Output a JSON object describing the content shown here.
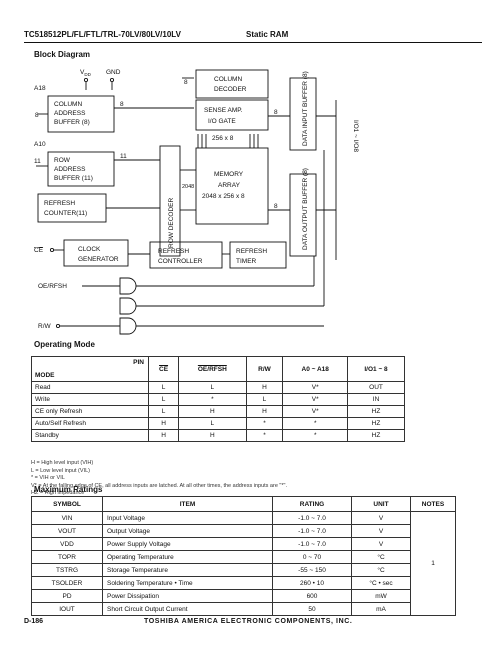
{
  "header": {
    "part_numbers": "TC518512PL/FL/FTL/TRL-70LV/80LV/10LV",
    "device_type": "Static RAM"
  },
  "block_diagram": {
    "title": "Block Diagram",
    "pins": {
      "vdd": "V",
      "vdd_sub": "DD",
      "gnd": "GND",
      "a18": "A18",
      "a10": "A10",
      "ce": "CE",
      "oe_rfsh": "OE/RFSH",
      "rw": "R/W",
      "io": "I/O1 ~ I/O8"
    },
    "blocks": {
      "column_address_buffer": [
        "COLUMN",
        "ADDRESS",
        "BUFFER (8)"
      ],
      "column_decoder": [
        "COLUMN",
        "DECODER"
      ],
      "sense_amp": [
        "SENSE AMP.",
        "I/O GATE"
      ],
      "row_address_buffer": [
        "ROW",
        "ADDRESS",
        "BUFFER (11)"
      ],
      "row_decoder": "ROW DECODER",
      "memory_array": [
        "MEMORY",
        "ARRAY",
        "2048 x 256 x 8"
      ],
      "refresh_counter": [
        "REFRESH",
        "COUNTER(11)"
      ],
      "clock_generator": [
        "CLOCK",
        "GENERATOR"
      ],
      "refresh_controller": [
        "REFRESH",
        "CONTROLLER"
      ],
      "refresh_timer": [
        "REFRESH",
        "TIMER"
      ],
      "data_input_buffer": "DATA INPUT BUFFER (8)",
      "data_output_buffer": "DATA OUTPUT BUFFER (8)"
    },
    "bus_labels": {
      "n8a": "8",
      "n8b": "8",
      "n8c": "8",
      "n8d": "8",
      "n8e": "8",
      "n11a": "11",
      "n11b": "11",
      "n256": "256 x 8",
      "n2048": "2048"
    }
  },
  "operating_mode": {
    "title": "Operating Mode",
    "corner_pin": "PIN",
    "corner_mode": "MODE",
    "headers": [
      "CE",
      "OE/RFSH",
      "R/W",
      "A0 ~ A18",
      "I/O1 ~ 8"
    ],
    "rows": [
      [
        "Read",
        "L",
        "L",
        "H",
        "V*",
        "OUT"
      ],
      [
        "Write",
        "L",
        "*",
        "L",
        "V*",
        "IN"
      ],
      [
        "CE only Refresh",
        "L",
        "H",
        "H",
        "V*",
        "HZ"
      ],
      [
        "Auto/Self Refresh",
        "H",
        "L",
        "*",
        "*",
        "HZ"
      ],
      [
        "Standby",
        "H",
        "H",
        "*",
        "*",
        "HZ"
      ]
    ],
    "notes": [
      "H   = High level input (VIH)",
      "L   = Low level input (VIL)",
      "*   = VIH or VIL",
      "V*  = At the falling edge of CE, all address inputs are latched. At all other times, the address inputs are \"*\".",
      "HZ  = High impedance"
    ]
  },
  "max_ratings": {
    "title": "Maximum Ratings",
    "headers": [
      "SYMBOL",
      "ITEM",
      "RATING",
      "UNIT",
      "NOTES"
    ],
    "rows": [
      [
        "VIN",
        "Input Voltage",
        "-1.0 ~ 7.0",
        "V"
      ],
      [
        "VOUT",
        "Output Voltage",
        "-1.0 ~ 7.0",
        "V"
      ],
      [
        "VDD",
        "Power Supply Voltage",
        "-1.0 ~ 7.0",
        "V"
      ],
      [
        "TOPR",
        "Operating Temperature",
        "0 ~ 70",
        "°C"
      ],
      [
        "TSTRG",
        "Storage Temperature",
        "-55 ~ 150",
        "°C"
      ],
      [
        "TSOLDER",
        "Soldering Temperature • Time",
        "260 • 10",
        "°C • sec"
      ],
      [
        "PD",
        "Power Dissipation",
        "600",
        "mW"
      ],
      [
        "IOUT",
        "Short Circuit Output Current",
        "50",
        "mA"
      ]
    ],
    "notes_value": "1"
  },
  "footer": {
    "page": "D-186",
    "company": "TOSHIBA AMERICA ELECTRONIC COMPONENTS, INC."
  }
}
